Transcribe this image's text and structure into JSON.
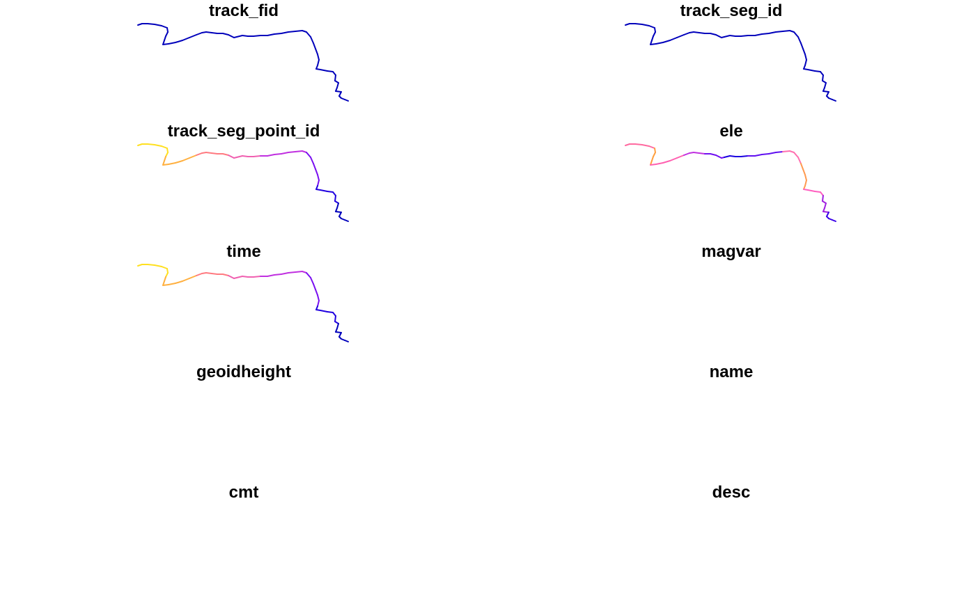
{
  "panels": [
    {
      "title": "track_fid",
      "style": "solid",
      "color": "#0000bb"
    },
    {
      "title": "track_seg_id",
      "style": "solid",
      "color": "#0000bb"
    },
    {
      "title": "track_seg_point_id",
      "style": "gradient"
    },
    {
      "title": "ele",
      "style": "patchy"
    },
    {
      "title": "time",
      "style": "gradient"
    },
    {
      "title": "magvar",
      "style": "none"
    },
    {
      "title": "geoidheight",
      "style": "none"
    },
    {
      "title": "name",
      "style": "none"
    },
    {
      "title": "cmt",
      "style": "none"
    },
    {
      "title": "desc",
      "style": "none"
    }
  ],
  "palette": [
    "#ffe020",
    "#ffb040",
    "#ff7a80",
    "#f060b0",
    "#c030e0",
    "#7a10f0",
    "#2000e0",
    "#0000bb"
  ],
  "ele_palette": [
    "#ff6aa0",
    "#ffa040",
    "#ff60b0",
    "#c030e0",
    "#7010f0",
    "#1a00e0",
    "#6010f0",
    "#ff70b0",
    "#ff9a50",
    "#ff60c0",
    "#a020e0",
    "#3a00e8"
  ]
}
